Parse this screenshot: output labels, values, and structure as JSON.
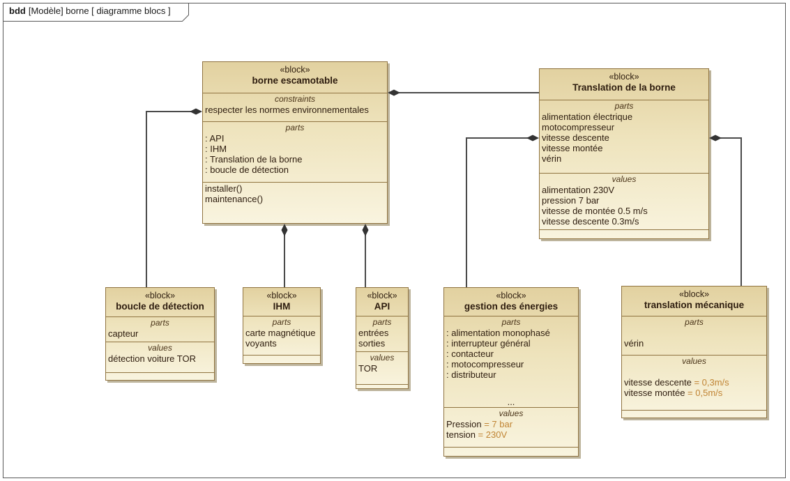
{
  "frame": {
    "keyword": "bdd",
    "title": "[Modèle] borne [ diagramme blocs ]"
  },
  "labels": {
    "constraints": "constraints",
    "parts": "parts",
    "values": "values"
  },
  "colors": {
    "block_fill_top": "#e2d1a0",
    "block_fill_bottom": "#f9f4df",
    "block_border": "#8f7340",
    "text": "#2d1c0e",
    "value_accent": "#c08434",
    "connector": "#4a4a4a"
  },
  "blocks": {
    "borne_escamotable": {
      "stereotype": "«block»",
      "name": "borne escamotable",
      "constraints": [
        "respecter les normes environnementales"
      ],
      "parts": [
        ": API",
        ": IHM",
        ": Translation de la borne",
        ": boucle de détection"
      ],
      "operations": [
        "installer()",
        "maintenance()"
      ]
    },
    "translation_de_la_borne": {
      "stereotype": "«block»",
      "name": "Translation de la borne",
      "parts": [
        "alimentation électrique",
        "motocompresseur",
        "vitesse descente",
        "vitesse montée",
        "vérin"
      ],
      "values": [
        "alimentation 230V",
        "pression 7 bar",
        "vitesse de montée 0.5 m/s",
        "vitesse descente 0.3m/s"
      ]
    },
    "boucle_de_detection": {
      "stereotype": "«block»",
      "name": "boucle de détection",
      "parts": [
        "capteur"
      ],
      "values": [
        "détection voiture TOR"
      ]
    },
    "ihm": {
      "stereotype": "«block»",
      "name": "IHM",
      "parts": [
        "carte magnétique",
        "voyants"
      ]
    },
    "api": {
      "stereotype": "«block»",
      "name": "API",
      "parts": [
        "entrées",
        "sorties"
      ],
      "values": [
        "TOR"
      ]
    },
    "gestion_des_energies": {
      "stereotype": "«block»",
      "name": "gestion des énergies",
      "parts": [
        ": alimentation monophasé",
        ": interrupteur général",
        ": contacteur",
        ": motocompresseur",
        ": distributeur"
      ],
      "parts_more": "...",
      "values": [
        {
          "name": "Pression ",
          "value": "= 7 bar"
        },
        {
          "name": "tension ",
          "value": "= 230V"
        }
      ]
    },
    "translation_mecanique": {
      "stereotype": "«block»",
      "name": "translation mécanique",
      "parts": [
        "vérin"
      ],
      "values": [
        {
          "name": "vitesse descente ",
          "value": "= 0,3m/s"
        },
        {
          "name": "vitesse montée ",
          "value": "= 0,5m/s"
        }
      ]
    }
  }
}
